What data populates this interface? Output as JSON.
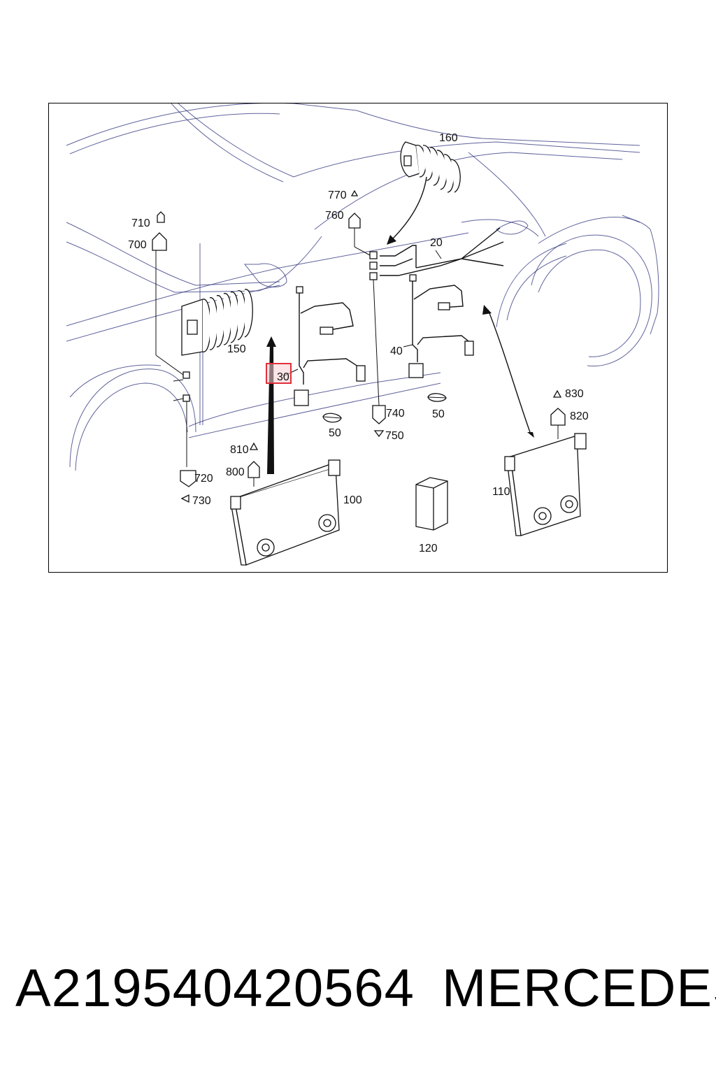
{
  "part_labels": {
    "p160": "160",
    "p770": "770",
    "p760": "760",
    "p20": "20",
    "p710": "710",
    "p700": "700",
    "p150": "150",
    "p30": "30",
    "p40": "40",
    "p50a": "50",
    "p50b": "50",
    "p740": "740",
    "p750": "750",
    "p830": "830",
    "p820": "820",
    "p720": "720",
    "p730": "730",
    "p810": "810",
    "p800": "800",
    "p100": "100",
    "p110": "110",
    "p120": "120"
  },
  "highlight_color": "#e0303a",
  "footer": {
    "part_number": "A219540420564",
    "brand": "MERCEDES"
  }
}
